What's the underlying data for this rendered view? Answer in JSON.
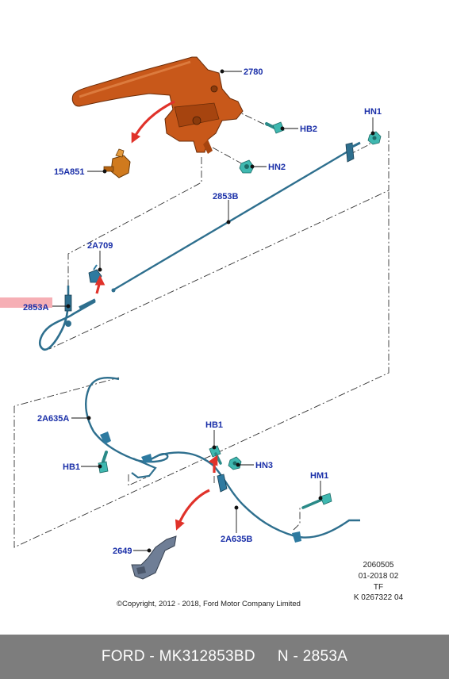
{
  "callouts": {
    "c2780": "2780",
    "cHB2": "HB2",
    "cHN1": "HN1",
    "c15A851": "15A851",
    "cHN2": "HN2",
    "c2853B": "2853B",
    "c2A709": "2A709",
    "c2853A": "2853A",
    "c2A635A": "2A635A",
    "cHB1_left": "HB1",
    "cHB1_right": "HB1",
    "cHN3": "HN3",
    "cHM1": "HM1",
    "c2A635B": "2A635B",
    "c2649": "2649"
  },
  "info_block": {
    "line1": "2060505",
    "line2": "01-2018 02",
    "line3": "TF",
    "line4": "K 0267322 04"
  },
  "copyright": "©Copyright, 2012 - 2018, Ford Motor Company Limited",
  "footer": {
    "left": "FORD - MK312853BD",
    "right": "N - 2853A"
  },
  "colors": {
    "callout_text": "#1a2fa8",
    "lever": "#c8581a",
    "cable": "#2e6f8e",
    "fastener": "#3fb8b0",
    "bracket": "#6f7e96",
    "arrow": "#e0322a",
    "footer_bg": "#7d7d7d",
    "highlight": "#f4a1a8"
  }
}
